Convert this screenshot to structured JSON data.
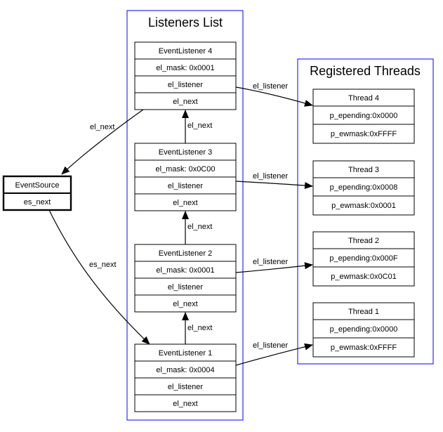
{
  "listeners_cluster": {
    "title": "Listeners List"
  },
  "threads_cluster": {
    "title": "Registered Threads"
  },
  "event_source": {
    "name": "EventSource",
    "field": "es_next"
  },
  "listeners": [
    {
      "name": "EventListener 4",
      "mask": "el_mask: 0x0001",
      "listener": "el_listener",
      "next": "el_next"
    },
    {
      "name": "EventListener 3",
      "mask": "el_mask: 0x0C00",
      "listener": "el_listener",
      "next": "el_next"
    },
    {
      "name": "EventListener 2",
      "mask": "el_mask: 0x0001",
      "listener": "el_listener",
      "next": "el_next"
    },
    {
      "name": "EventListener 1",
      "mask": "el_mask: 0x0004",
      "listener": "el_listener",
      "next": "el_next"
    }
  ],
  "threads": [
    {
      "name": "Thread 4",
      "pending": "p_epending:0x0000",
      "ewmask": "p_ewmask:0xFFFF"
    },
    {
      "name": "Thread 3",
      "pending": "p_epending:0x0008",
      "ewmask": "p_ewmask:0x0001"
    },
    {
      "name": "Thread 2",
      "pending": "p_epending:0x000F",
      "ewmask": "p_ewmask:0x0C01"
    },
    {
      "name": "Thread 1",
      "pending": "p_epending:0x0000",
      "ewmask": "p_ewmask:0xFFFF"
    }
  ],
  "edge_labels": {
    "source_to_listener4": "el_next",
    "source_to_listener1": "es_next",
    "listener1_to_listener2": "el_next",
    "listener2_to_listener3": "el_next",
    "listener3_to_listener4": "el_next",
    "listener4_to_thread4": "el_listener",
    "listener3_to_thread3": "el_listener",
    "listener2_to_thread2": "el_listener",
    "listener1_to_thread1": "el_listener"
  }
}
